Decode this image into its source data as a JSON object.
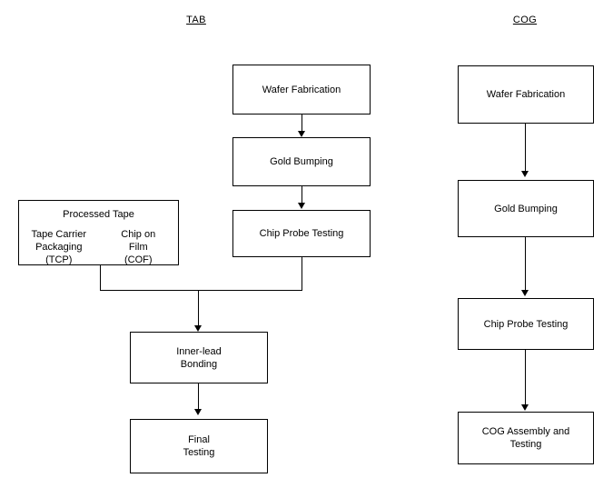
{
  "diagram": {
    "title_tab": "TAB",
    "title_cog": "COG",
    "tab_flow": {
      "wafer_fabrication": "Wafer Fabrication",
      "gold_bumping": "Gold Bumping",
      "chip_probe_testing": "Chip Probe Testing",
      "inner_lead_bonding": "Inner-lead\nBonding",
      "final_testing": "Final\nTesting"
    },
    "processed_tape": {
      "title": "Processed Tape",
      "left_option": "Tape Carrier\nPackaging\n(TCP)",
      "right_option": "Chip on\nFilm\n(COF)"
    },
    "cog_flow": {
      "wafer_fabrication": "Wafer Fabrication",
      "gold_bumping": "Gold Bumping",
      "chip_probe_testing": "Chip Probe Testing",
      "cog_assembly_testing": "COG Assembly and\nTesting"
    },
    "colors": {
      "stroke": "#000000",
      "background": "#ffffff",
      "text": "#000000"
    }
  }
}
